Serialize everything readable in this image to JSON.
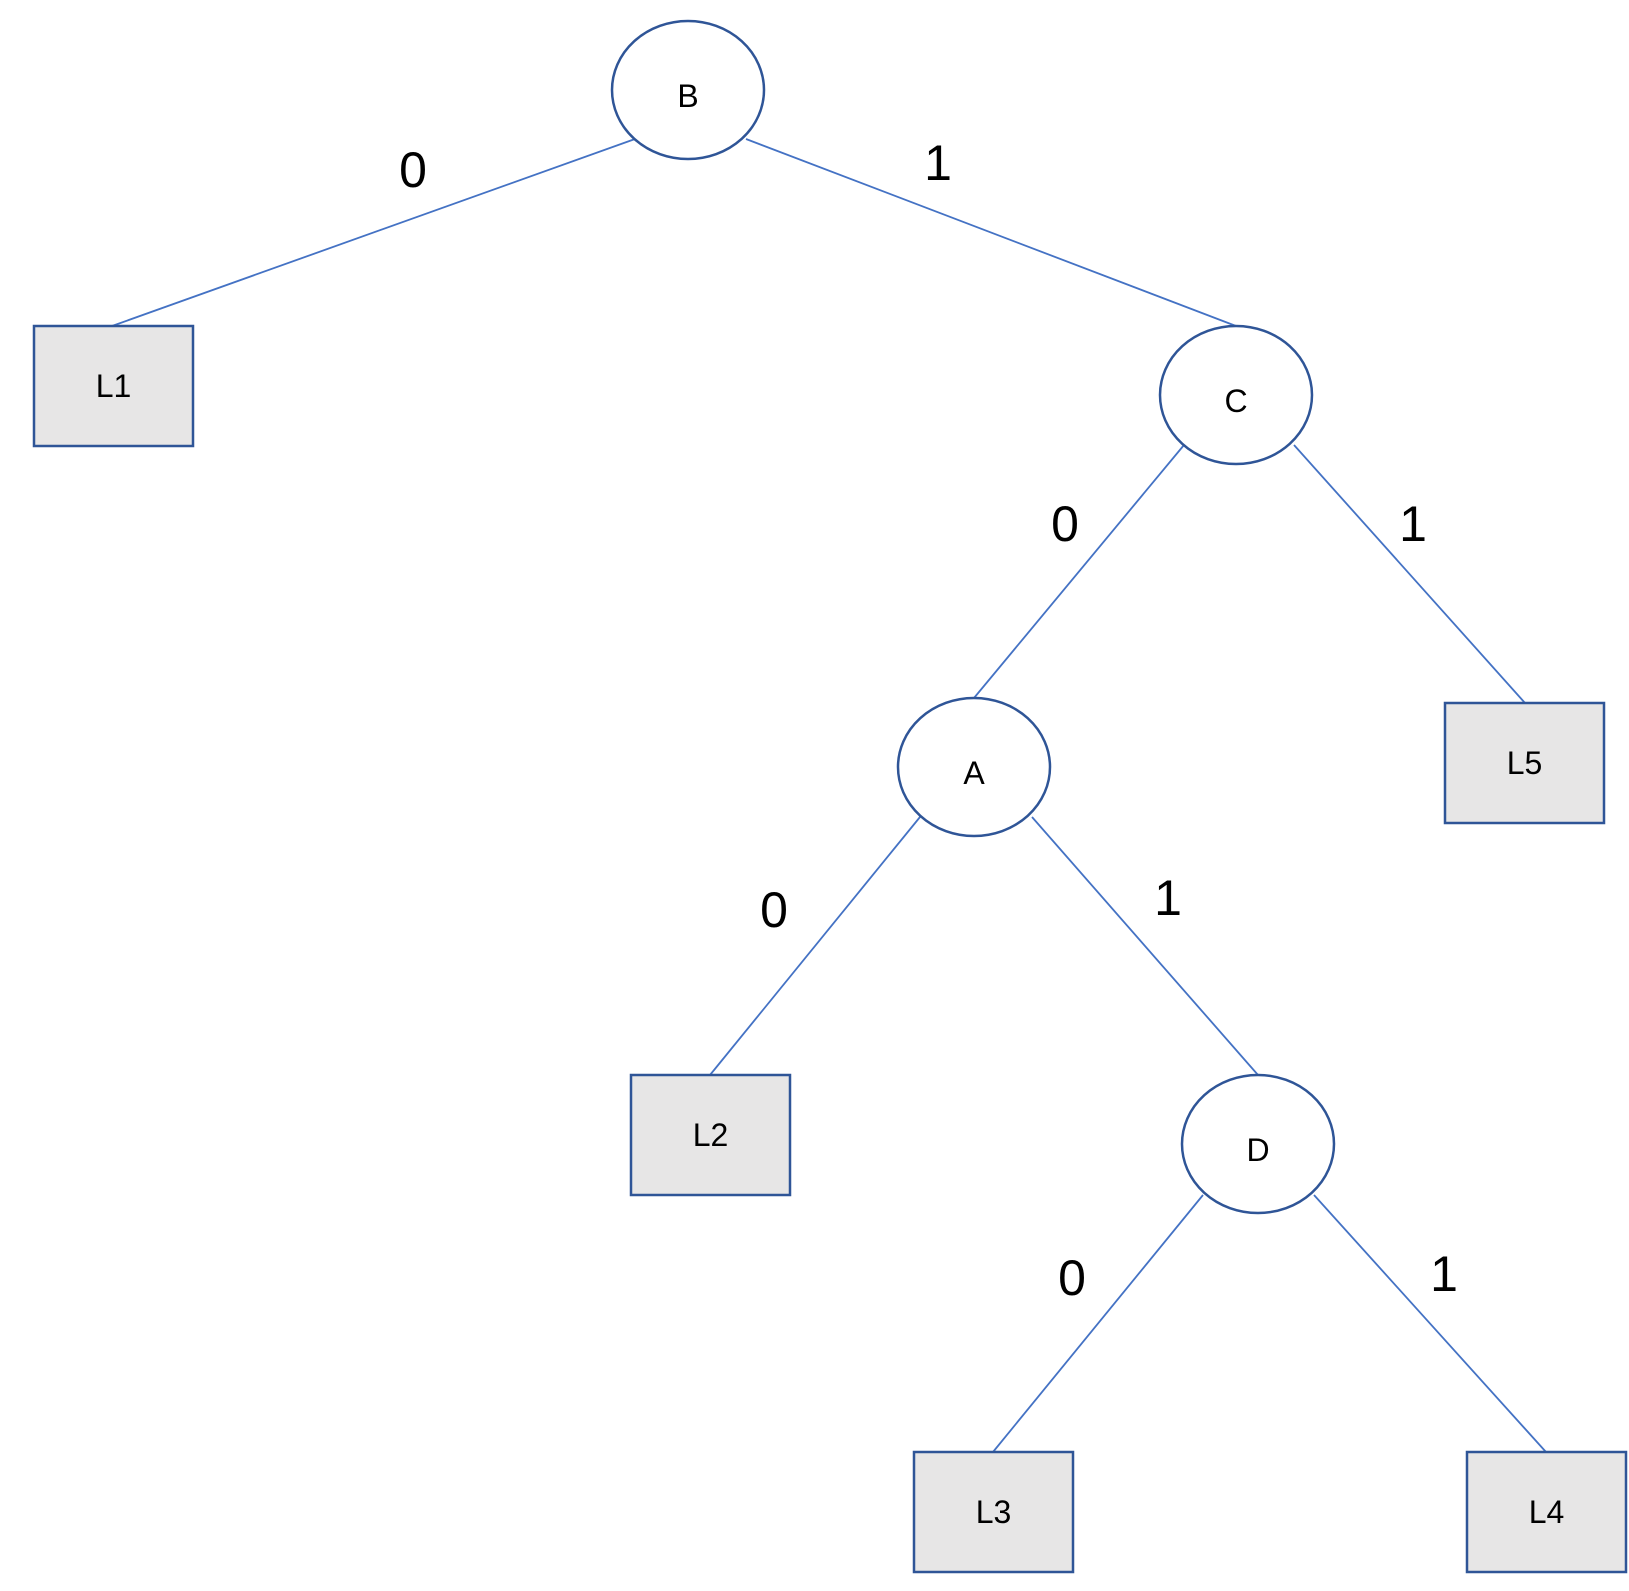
{
  "nodes": [
    {
      "id": "B",
      "label": "B",
      "kind": "internal"
    },
    {
      "id": "C",
      "label": "C",
      "kind": "internal"
    },
    {
      "id": "A",
      "label": "A",
      "kind": "internal"
    },
    {
      "id": "D",
      "label": "D",
      "kind": "internal"
    },
    {
      "id": "L1",
      "label": "L1",
      "kind": "leaf"
    },
    {
      "id": "L2",
      "label": "L2",
      "kind": "leaf"
    },
    {
      "id": "L3",
      "label": "L3",
      "kind": "leaf"
    },
    {
      "id": "L4",
      "label": "L4",
      "kind": "leaf"
    },
    {
      "id": "L5",
      "label": "L5",
      "kind": "leaf"
    }
  ],
  "edges": [
    {
      "from": "B",
      "to": "L1",
      "label": "0"
    },
    {
      "from": "B",
      "to": "C",
      "label": "1"
    },
    {
      "from": "C",
      "to": "A",
      "label": "0"
    },
    {
      "from": "C",
      "to": "L5",
      "label": "1"
    },
    {
      "from": "A",
      "to": "L2",
      "label": "0"
    },
    {
      "from": "A",
      "to": "D",
      "label": "1"
    },
    {
      "from": "D",
      "to": "L3",
      "label": "0"
    },
    {
      "from": "D",
      "to": "L4",
      "label": "1"
    }
  ]
}
